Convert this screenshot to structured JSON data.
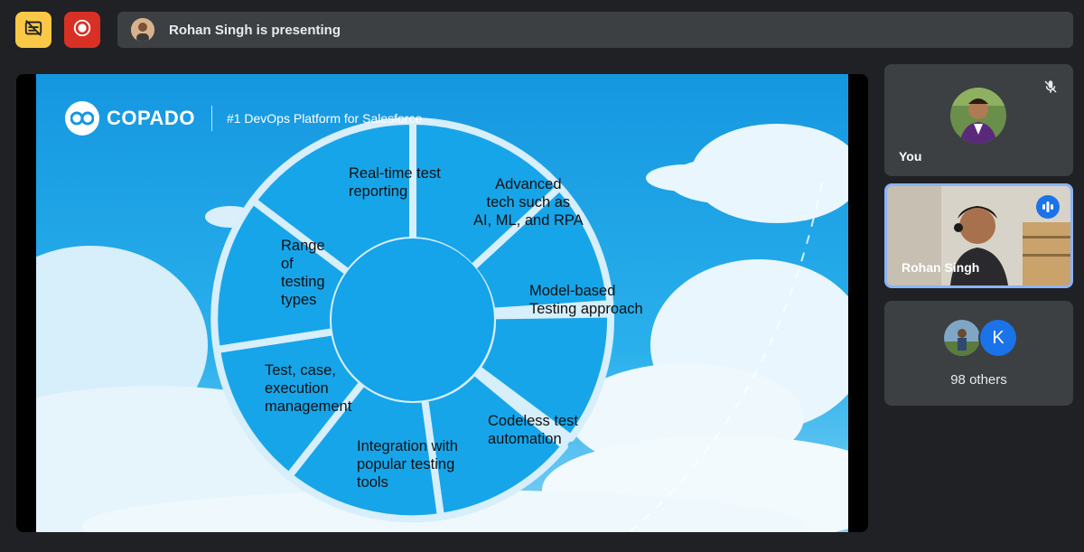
{
  "toolbar": {
    "caption_icon": "captions-off-icon",
    "record_icon": "record-icon"
  },
  "presenting_bar": {
    "text": "Rohan Singh is presenting"
  },
  "slide": {
    "logo_text": "COPADO",
    "tagline": "#1 DevOps Platform for Salesforce",
    "segments": [
      {
        "line1": "Real-time test",
        "line2": "reporting"
      },
      {
        "line1": "Advanced",
        "line2": "tech such as",
        "line3": "AI, ML, and RPA"
      },
      {
        "line1": "Model-based",
        "line2": "Testing approach"
      },
      {
        "line1": "Codeless test",
        "line2": "automation"
      },
      {
        "line1": "Integration with",
        "line2": "popular testing",
        "line3": "tools"
      },
      {
        "line1": "Test, case,",
        "line2": "execution",
        "line3": "management"
      },
      {
        "line1": "Range",
        "line2": "of",
        "line3": "testing",
        "line4": "types"
      }
    ]
  },
  "participants": {
    "you": {
      "name": "You",
      "mic": "mic-off-icon"
    },
    "speaker": {
      "name": "Rohan Singh",
      "indicator": "speaking-icon"
    },
    "others": {
      "initial": "K",
      "label": "98 others"
    }
  },
  "colors": {
    "background": "#202124",
    "tile": "#3c4043",
    "caption_button": "#f9c846",
    "record_button": "#d93025",
    "speaking_blue": "#8ab4f8",
    "slide_sky": "#1aa4e6",
    "avatar_k": "#1a73e8"
  }
}
